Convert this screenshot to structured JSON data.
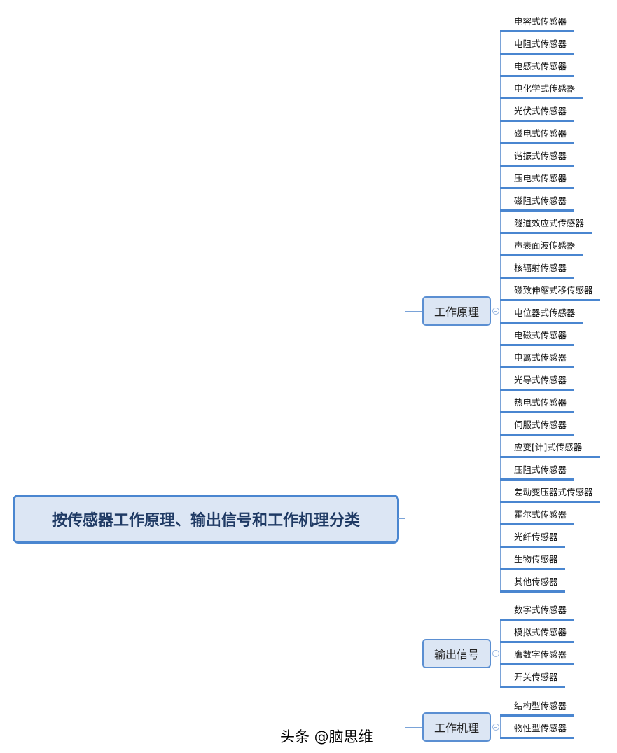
{
  "root": {
    "label": "按传感器工作原理、输出信号和工作机理分类"
  },
  "branches": [
    {
      "label": "工作原理",
      "children": [
        "电容式传感器",
        "电阻式传感器",
        "电感式传感器",
        "电化学式传感器",
        "光伏式传感器",
        "磁电式传感器",
        "谐振式传感器",
        "压电式传感器",
        "磁阻式传感器",
        "隧道效应式传感器",
        "声表面波传感器",
        "核辐射传感器",
        "磁致伸缩式移传感器",
        "电位器式传感器",
        "电磁式传感器",
        "电离式传感器",
        "光导式传感器",
        "热电式传感器",
        "伺服式传感器",
        "应变[计]式传感器",
        "压阻式传感器",
        "差动变压器式传感器",
        "霍尔式传感器",
        "光纤传感器",
        "生物传感器",
        "其他传感器"
      ]
    },
    {
      "label": "输出信号",
      "children": [
        "数字式传感器",
        "模拟式传感器",
        "膺数字传感器",
        "开关传感器"
      ]
    },
    {
      "label": "工作机理",
      "children": [
        "结构型传感器",
        "物性型传感器"
      ]
    }
  ],
  "watermark": "头条 @脑思维",
  "colors": {
    "accent": "#4a86d0",
    "node_fill": "#dce6f4"
  }
}
